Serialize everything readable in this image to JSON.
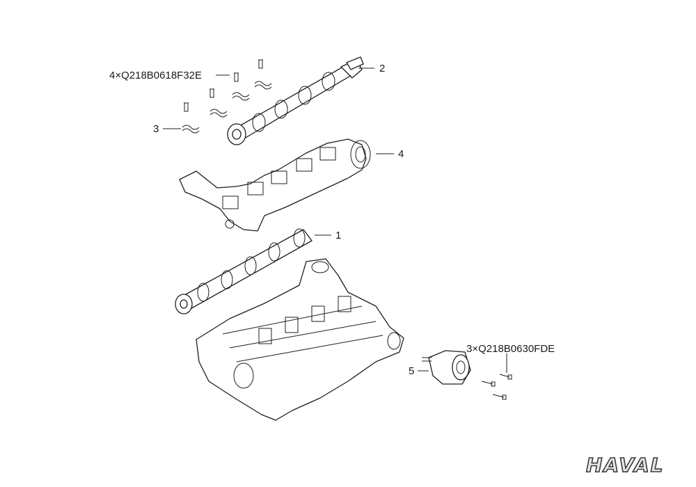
{
  "diagram": {
    "callouts": {
      "part1": "1",
      "part2": "2",
      "part3": "3",
      "part4": "4",
      "part5": "5"
    },
    "fasteners": {
      "top": "4×Q218B0618F32E",
      "right": "3×Q218B0630FDE"
    },
    "logo_text": "HAVAL"
  }
}
